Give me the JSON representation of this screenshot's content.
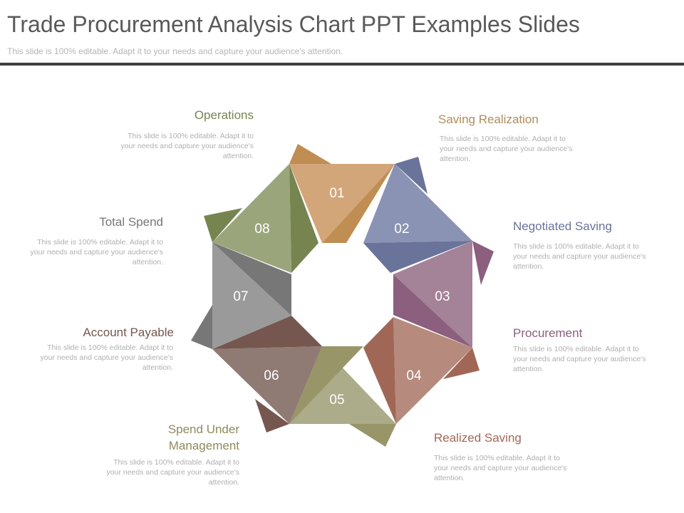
{
  "header": {
    "title": "Trade Procurement Analysis Chart PPT Examples Slides",
    "subtitle": "This slide is 100% editable. Adapt it to your needs and capture your audience's attention."
  },
  "items": [
    {
      "num": "01",
      "label": "Operations",
      "desc": "This slide is 100% editable. Adapt it to your needs and capture your audience's attention.",
      "color": "#d2a679",
      "dark": "#c08d52",
      "label_color": "#9a8556"
    },
    {
      "num": "02",
      "label": "Saving Realization",
      "desc": "This slide is 100% editable. Adapt it to your needs and capture your audience's attention.",
      "color": "#8a93b4",
      "dark": "#6a7399",
      "label_color": "#b08c5a"
    },
    {
      "num": "03",
      "label": "Negotiated Saving",
      "desc": "This slide is 100% editable. Adapt it to your needs and capture your audience's attention.",
      "color": "#a48298",
      "dark": "#8b5f7d",
      "label_color": "#6a7399"
    },
    {
      "num": "04",
      "label": "Procurement",
      "desc": "This slide is 100% editable. Adapt it to your needs and capture your audience's attention.",
      "color": "#b68a7c",
      "dark": "#a06756",
      "label_color": "#8b5f7d"
    },
    {
      "num": "05",
      "label": "Realized Saving",
      "desc": "This slide is 100% editable. Adapt it to your needs and capture your audience's attention.",
      "color": "#acab8a",
      "dark": "#989668",
      "label_color": "#a06756"
    },
    {
      "num": "06",
      "label": "Spend Under Management",
      "desc": "This slide is 100% editable. Adapt it to your needs and capture your audience's attention.",
      "color": "#8f7b74",
      "dark": "#76574f",
      "label_color": "#8f8a5e"
    },
    {
      "num": "07",
      "label": "Account Payable",
      "desc": "This slide is 100% editable. Adapt it to your needs and capture your audience's attention.",
      "color": "#9a9a9a",
      "dark": "#777777",
      "label_color": "#76574f"
    },
    {
      "num": "08",
      "label": "Total Spend",
      "desc": "This slide is 100% editable. Adapt it to your needs and capture your audience's attention.",
      "color": "#9aa57b",
      "dark": "#768550",
      "label_color": "#777777"
    }
  ],
  "operations_label_color": "#768550"
}
